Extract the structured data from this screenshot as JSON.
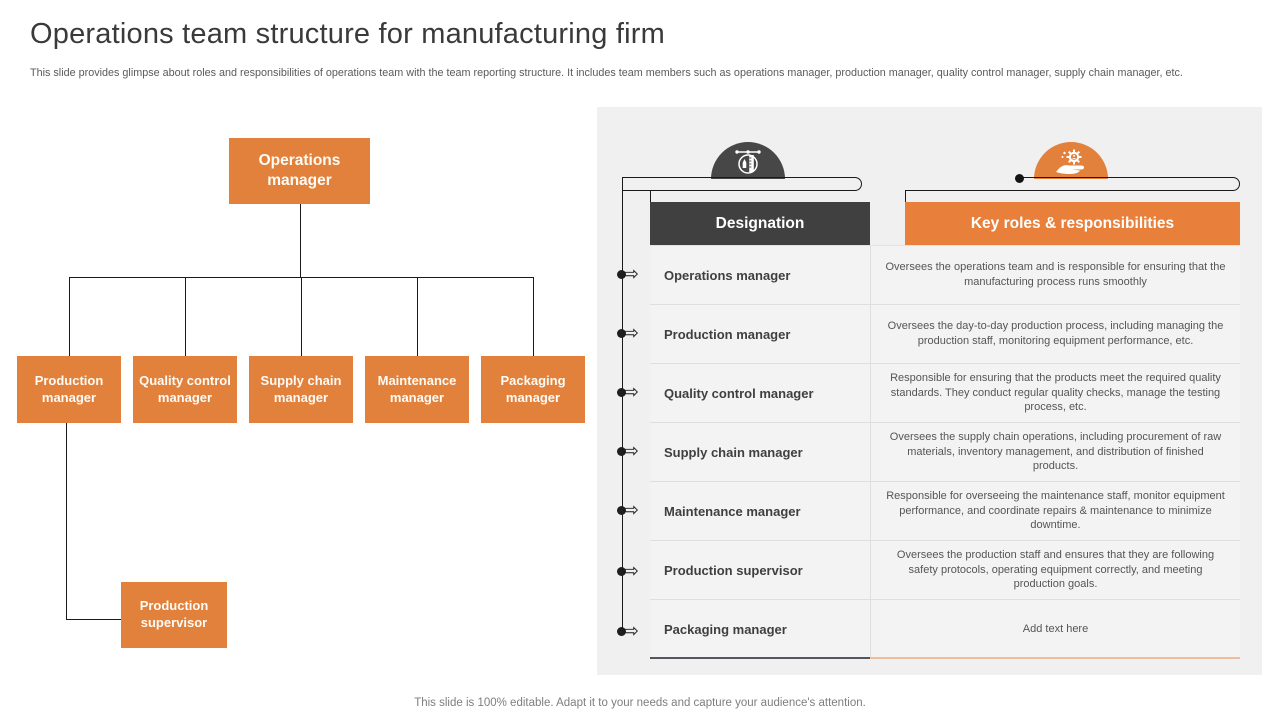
{
  "slide": {
    "title": "Operations team structure for manufacturing firm",
    "subtitle": "This slide provides glimpse about roles and responsibilities of operations team with the team reporting structure. It includes team members such as operations manager, production manager, quality control manager, supply chain manager, etc.",
    "footer": "This slide is 100% editable. Adapt it to your needs and capture your audience's attention."
  },
  "colors": {
    "accent_orange": "#e2813c",
    "header_orange": "#e8803c",
    "dark_gray": "#404040",
    "panel_bg": "#f0f0f0",
    "underline_dark": "#53565a",
    "underline_orange": "#edbd9c"
  },
  "org_chart": {
    "root": {
      "label": "Operations manager"
    },
    "children": [
      {
        "label": "Production manager"
      },
      {
        "label": "Quality control manager"
      },
      {
        "label": "Supply chain manager"
      },
      {
        "label": "Maintenance manager"
      },
      {
        "label": "Packaging manager"
      }
    ],
    "sub": {
      "label": "Production supervisor"
    }
  },
  "table": {
    "icons": {
      "designation_icon": "pen-tool-icon",
      "roles_icon": "hand-gear-icon"
    },
    "bullet_glyph": "⇨",
    "headers": {
      "designation": "Designation",
      "roles": "Key roles & responsibilities"
    },
    "rows": [
      {
        "designation": "Operations manager",
        "description": "Oversees the operations team and is responsible for ensuring that the manufacturing process runs smoothly"
      },
      {
        "designation": "Production manager",
        "description": "Oversees the day-to-day production process, including managing the production staff, monitoring equipment performance, etc."
      },
      {
        "designation": "Quality control manager",
        "description": "Responsible for ensuring that the products meet the required quality standards. They conduct regular quality checks, manage the testing process, etc."
      },
      {
        "designation": "Supply chain manager",
        "description": "Oversees the supply chain operations, including procurement of raw materials, inventory management, and distribution of finished products."
      },
      {
        "designation": "Maintenance manager",
        "description": "Responsible for overseeing the maintenance staff, monitor equipment performance, and coordinate repairs & maintenance to minimize downtime."
      },
      {
        "designation": "Production supervisor",
        "description": "Oversees the production staff and ensures that they are following safety protocols, operating equipment correctly, and meeting production goals."
      },
      {
        "designation": "Packaging manager",
        "description": "Add text here"
      }
    ]
  }
}
